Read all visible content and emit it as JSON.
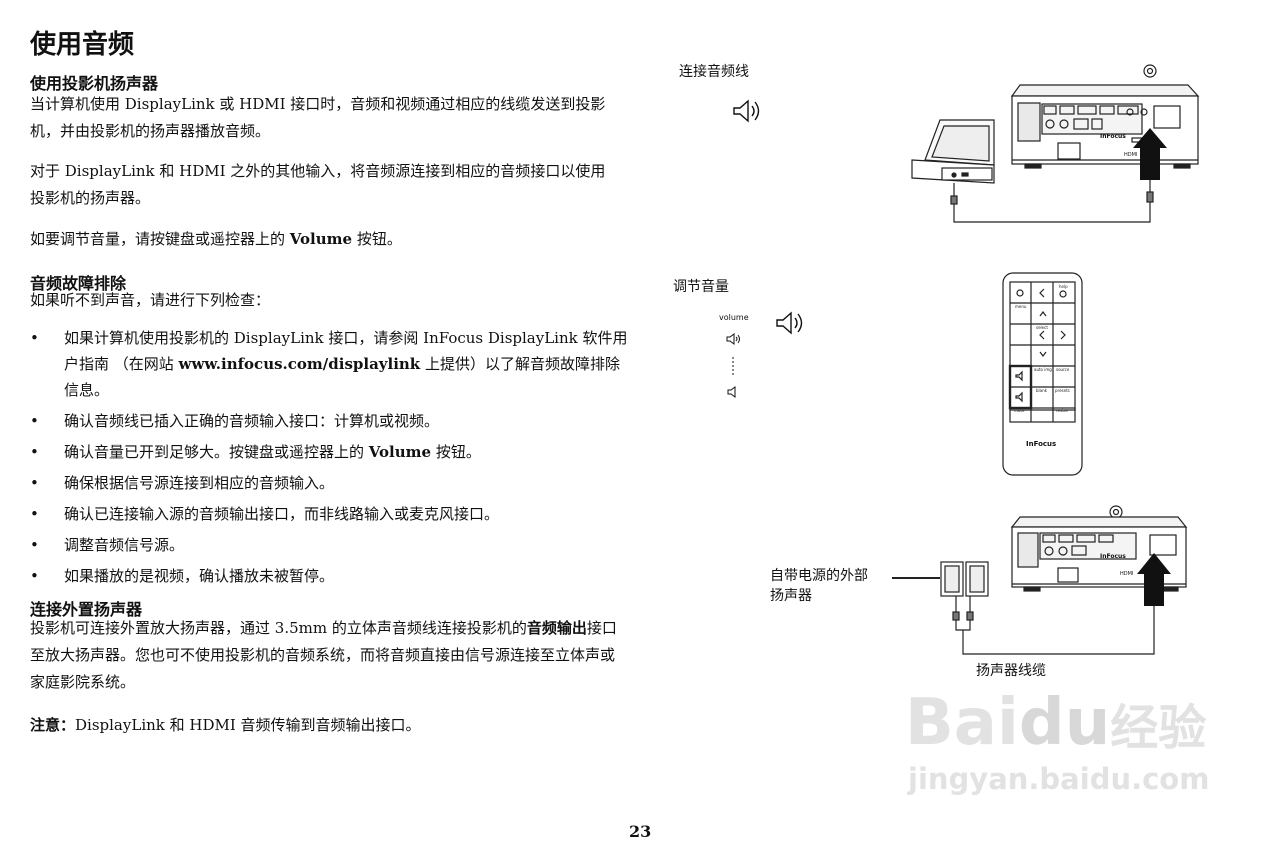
{
  "title": "使用音频",
  "sections": {
    "speaker": {
      "heading": "使用投影机扬声器",
      "p1": "当计算机使用 DisplayLink 或 HDMI 接口时，音频和视频通过相应的线缆发送到投影机，并由投影机的扬声器播放音频。",
      "p2": "对于 DisplayLink 和 HDMI 之外的其他输入，将音频源连接到相应的音频接口以使用投影机的扬声器。",
      "p3_a": "如要调节音量，请按键盘或遥控器上的 ",
      "p3_b": "Volume",
      "p3_c": " 按钮。"
    },
    "troubleshoot": {
      "heading": "音频故障排除",
      "intro": "如果听不到声音，请进行下列检查：",
      "b1_a": "如果计算机使用投影机的 DisplayLink 接口，请参阅 InFocus DisplayLink 软件用户指南 （在网站 ",
      "b1_b": "www.infocus.com/displaylink",
      "b1_c": " 上提供）以了解音频故障排除信息。",
      "b2": "确认音频线已插入正确的音频输入接口：计算机或视频。",
      "b3_a": "确认音量已开到足够大。按键盘或遥控器上的 ",
      "b3_b": "Volume",
      "b3_c": " 按钮。",
      "b4": "确保根据信号源连接到相应的音频输入。",
      "b5": "确认已连接输入源的音频输出接口，而非线路输入或麦克风接口。",
      "b6": "调整音频信号源。",
      "b7": "如果播放的是视频，确认播放未被暂停。"
    },
    "external": {
      "heading": "连接外置扬声器",
      "p1_a": "投影机可连接外置放大扬声器，通过 3.5mm 的立体声音频线连接投影机的",
      "p1_b": "音频输出",
      "p1_c": "接口至放大扬声器。您也可不使用投影机的音频系统，而将音频直接由信号源连接至立体声或家庭影院系统。",
      "note_label": "注意：",
      "note_text": "DisplayLink 和 HDMI 音频传输到音频输出接口。"
    }
  },
  "figures": {
    "audio_cable_label": "连接音频线",
    "volume_label": "调节音量",
    "volume_word": "volume",
    "powered_speakers_l1": "自带电源的外部",
    "powered_speakers_l2": "扬声器",
    "speaker_cable_label": "扬声器线缆",
    "brand": "InFocus",
    "hdmi": "HDMI",
    "remote_keys": [
      "menu",
      "help",
      "select",
      "auto img",
      "blank",
      "source",
      "presets",
      "mute",
      "resize"
    ]
  },
  "watermark": {
    "logo_a": "Bai",
    "logo_b": "du",
    "logo_c": "经验",
    "url": "jingyan.baidu.com"
  },
  "page_number": "23"
}
